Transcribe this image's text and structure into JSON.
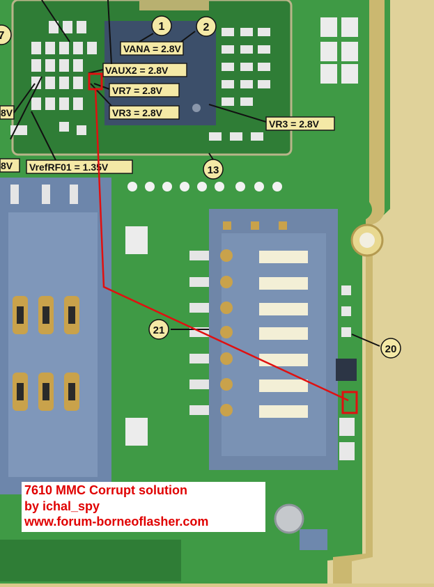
{
  "caption": {
    "line1": "7610 MMC Corrupt solution",
    "line2": "by ichal_spy",
    "line3": "www.forum-borneoflasher.com"
  },
  "voltage_labels": {
    "vana": "VANA = 2.8V",
    "vaux2": "VAUX2 = 2.8V",
    "vr7": "VR7 = 2.8V",
    "vr3_left": "VR3 = 2.8V",
    "vr3_right": "VR3 = 2.8V",
    "vrefrf": "VrefRF01 = 1.35V",
    "cut_left_top": "8V",
    "cut_left_bottom": "8V"
  },
  "test_points": {
    "tp1": "1",
    "tp2": "2",
    "tp7": "7",
    "tp13": "13",
    "tp20": "20",
    "tp21": "21"
  },
  "colors": {
    "board": "#3f9a45",
    "board_dark": "#2f7d36",
    "label_fill": "#f4e9a6",
    "marker_red": "#e01010",
    "caption_text": "#e00000",
    "gold": "#d8c070"
  }
}
